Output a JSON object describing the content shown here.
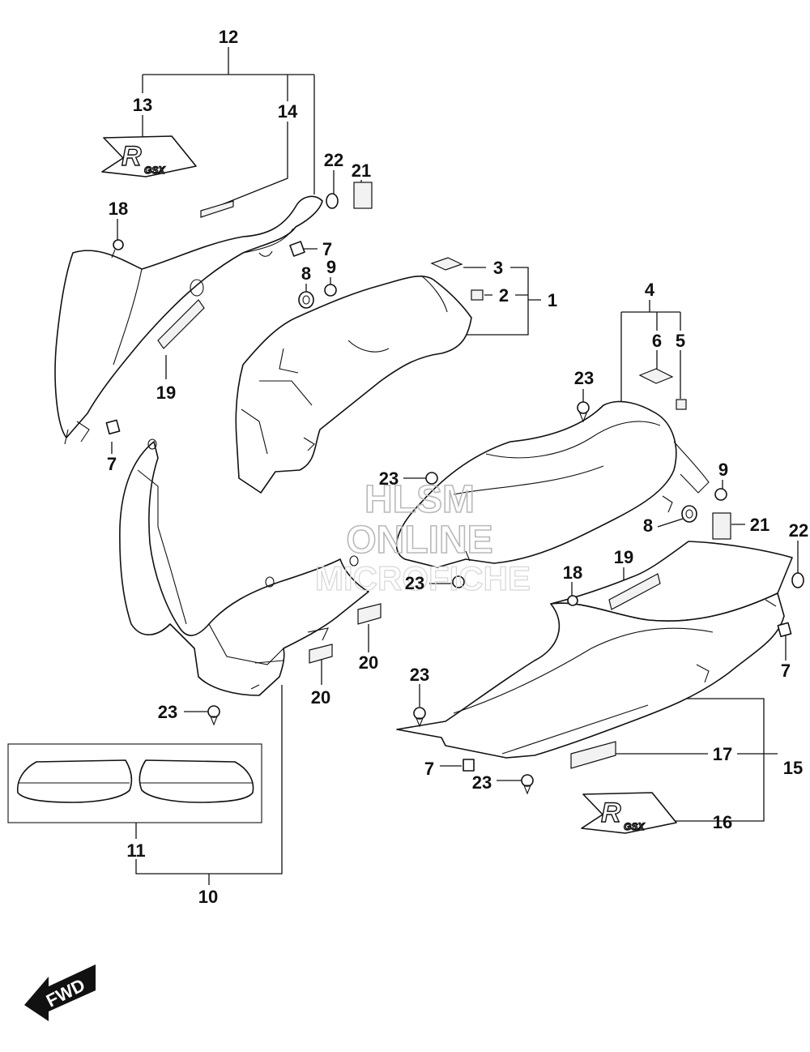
{
  "callouts": {
    "c1": "1",
    "c2": "2",
    "c3": "3",
    "c4": "4",
    "c5": "5",
    "c6": "6",
    "c7a": "7",
    "c7b": "7",
    "c7c": "7",
    "c7d": "7",
    "c8a": "8",
    "c8b": "8",
    "c9a": "9",
    "c9b": "9",
    "c10": "10",
    "c11": "11",
    "c12": "12",
    "c13": "13",
    "c14": "14",
    "c15": "15",
    "c16": "16",
    "c17": "17",
    "c18a": "18",
    "c18b": "18",
    "c19a": "19",
    "c19b": "19",
    "c20a": "20",
    "c20b": "20",
    "c21a": "21",
    "c21b": "21",
    "c22a": "22",
    "c22b": "22",
    "c23a": "23",
    "c23b": "23",
    "c23c": "23",
    "c23d": "23",
    "c23e": "23",
    "c23f": "23"
  },
  "watermark": {
    "line1": "HLSM",
    "line2": "ONLINE",
    "line3": "MICROFICHE"
  },
  "logo": {
    "letter": "R",
    "badge": "GSX"
  },
  "fwd_arrow": {
    "label": "FWD"
  },
  "colors": {
    "line": "#111111",
    "watermark": "#b9b9b9",
    "background": "#ffffff"
  }
}
